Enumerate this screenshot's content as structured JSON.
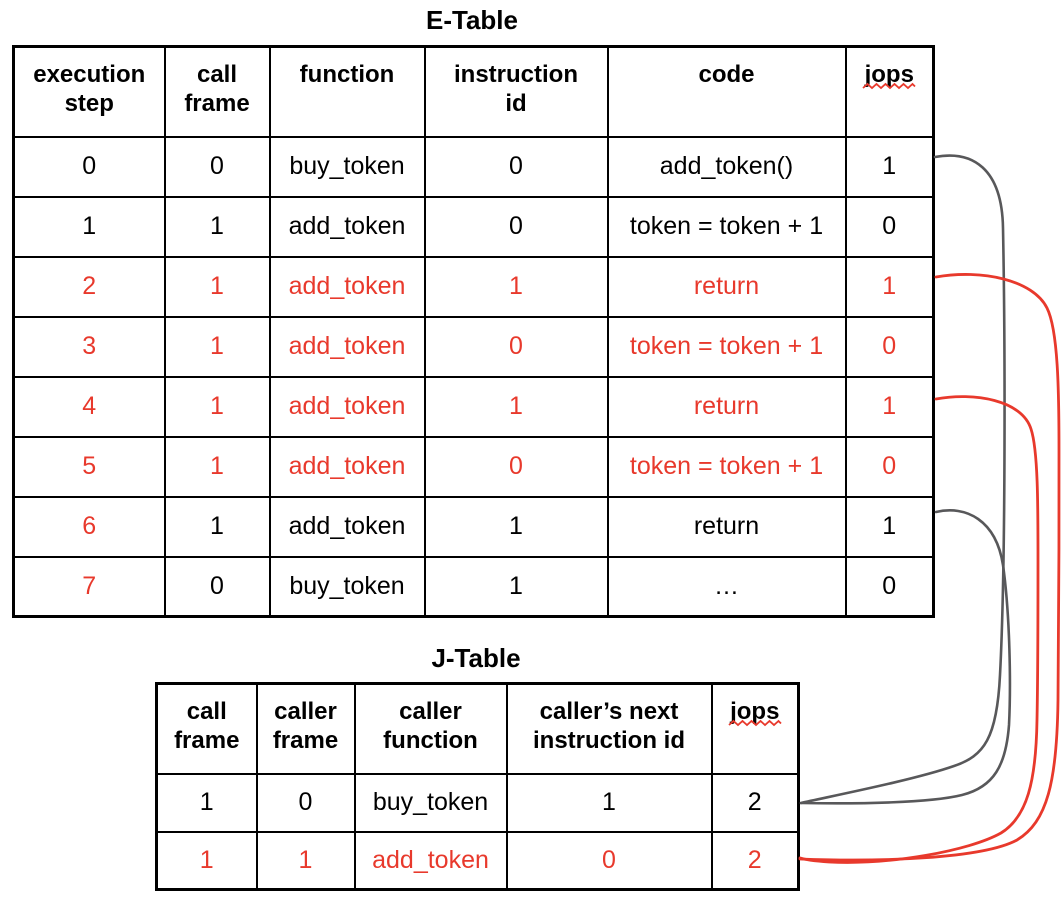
{
  "colors": {
    "text_black": "#000000",
    "highlight_red": "#e8392c",
    "connector_gray": "#58585a",
    "table_border": "#000000",
    "background": "#ffffff"
  },
  "etable": {
    "title": "E-Table",
    "headers": [
      "execution step",
      "call frame",
      "function",
      "instruction id",
      "code",
      "jops"
    ],
    "rows": [
      {
        "cells": [
          "0",
          "0",
          "buy_token",
          "0",
          "add_token()",
          "1"
        ]
      },
      {
        "cells": [
          "1",
          "1",
          "add_token",
          "0",
          "token = token + 1",
          "0"
        ]
      },
      {
        "cells": [
          "2",
          "1",
          "add_token",
          "1",
          "return",
          "1"
        ]
      },
      {
        "cells": [
          "3",
          "1",
          "add_token",
          "0",
          "token = token + 1",
          "0"
        ]
      },
      {
        "cells": [
          "4",
          "1",
          "add_token",
          "1",
          "return",
          "1"
        ]
      },
      {
        "cells": [
          "5",
          "1",
          "add_token",
          "0",
          "token = token + 1",
          "0"
        ]
      },
      {
        "cells": [
          "6",
          "1",
          "add_token",
          "1",
          "return",
          "1"
        ]
      },
      {
        "cells": [
          "7",
          "0",
          "buy_token",
          "1",
          "…",
          "0"
        ]
      }
    ],
    "red_rows": [
      2,
      3,
      4,
      5
    ],
    "red_step_only_rows": [
      6,
      7
    ]
  },
  "jtable": {
    "title": "J-Table",
    "headers": [
      "call frame",
      "caller frame",
      "caller function",
      "caller’s next instruction id",
      "jops"
    ],
    "rows": [
      {
        "cells": [
          "1",
          "0",
          "buy_token",
          "1",
          "2"
        ]
      },
      {
        "cells": [
          "1",
          "1",
          "add_token",
          "0",
          "2"
        ]
      }
    ],
    "red_rows": [
      1
    ]
  },
  "connectors": [
    {
      "from": "E-Table row step 0 jops",
      "to": "J-Table row 1 jops",
      "color": "gray"
    },
    {
      "from": "E-Table row step 2 jops",
      "to": "J-Table row 2 jops",
      "color": "red"
    },
    {
      "from": "E-Table row step 4 jops",
      "to": "J-Table row 2 jops",
      "color": "red"
    },
    {
      "from": "E-Table row step 6 jops",
      "to": "J-Table row 1 jops",
      "color": "gray"
    }
  ]
}
